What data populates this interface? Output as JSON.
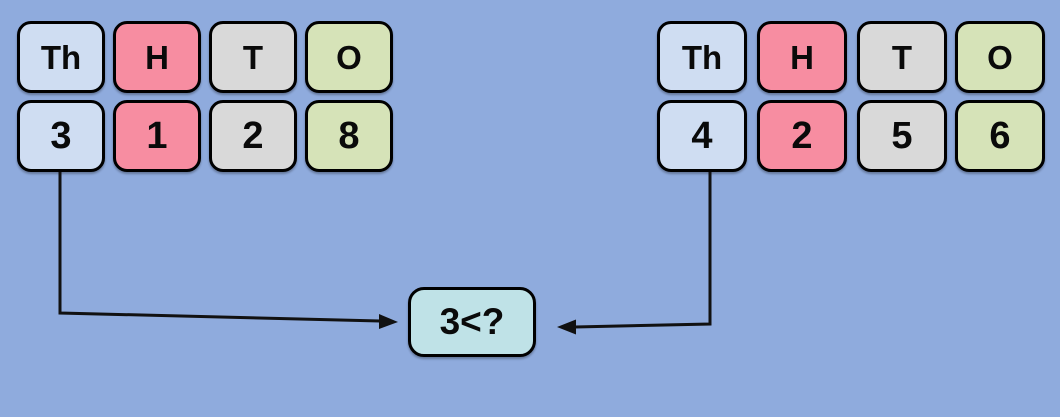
{
  "palette": {
    "background": "#8fabdd",
    "thousands": "#cfddf2",
    "hundreds": "#f78da1",
    "tens": "#d9d9d9",
    "ones": "#d6e3b8",
    "result": "#bfe2e7",
    "border": "#000000",
    "line": "#111111"
  },
  "left_chart": {
    "headers": [
      "Th",
      "H",
      "T",
      "O"
    ],
    "digits": [
      "3",
      "1",
      "2",
      "8"
    ]
  },
  "right_chart": {
    "headers": [
      "Th",
      "H",
      "T",
      "O"
    ],
    "digits": [
      "4",
      "2",
      "5",
      "6"
    ]
  },
  "comparison": {
    "label": "3<?"
  }
}
